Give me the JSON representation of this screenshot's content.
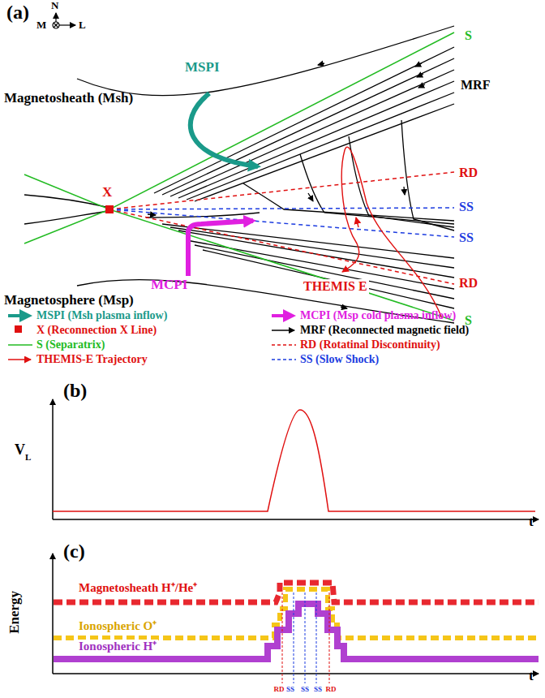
{
  "diagram": {
    "labels": [
      "(a)",
      "N",
      "M",
      "L",
      "Magnetosheath (Msh)",
      "MSPI",
      "S",
      "MRF",
      "RD",
      "SS",
      "X",
      "SS",
      "RD",
      "MCPI",
      "S",
      "THEMIS E",
      "Magnetosphere (Msp)",
      "(b)",
      "V",
      "L",
      "t",
      "(c)",
      "Energy",
      "Magnetosheath H⁺/He⁺",
      "Ionospheric O⁺",
      "Ionospheric H⁺",
      "RD",
      "SS",
      "SS",
      "SS",
      "RD",
      "t"
    ],
    "legend": [
      {
        "text": "MSPI (Msh plasma inflow)"
      },
      {
        "text": "X (Reconnection X Line)"
      },
      {
        "text": "S (Separatrix)"
      },
      {
        "text": "THEMIS-E Trajectory"
      },
      {
        "text": "MCPI (Msp cold plasma inflow)"
      },
      {
        "text": "MRF (Reconnected magnetic field)"
      },
      {
        "text": "RD (Rotatinal Discontinuity)"
      },
      {
        "text": "SS (Slow Shock)"
      }
    ]
  }
}
